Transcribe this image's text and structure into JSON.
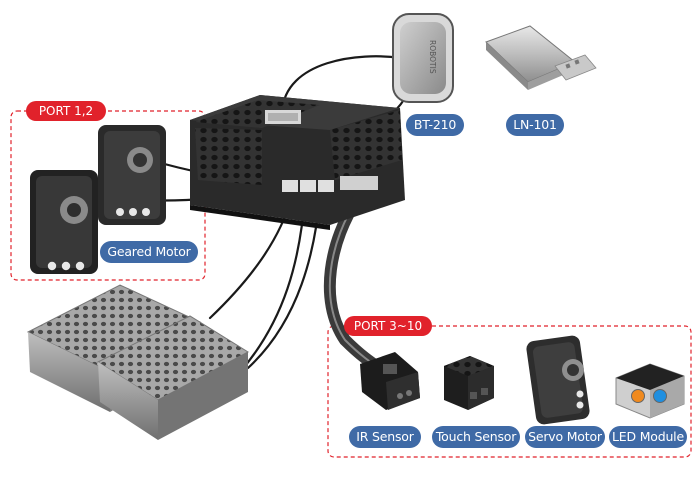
{
  "ports": {
    "left_group": "PORT 1,2",
    "bottom_group": "PORT 3~10"
  },
  "labels": {
    "bt": "BT-210",
    "ln": "LN-101",
    "geared_motor": "Geared Motor",
    "ir_sensor": "IR Sensor",
    "touch_sensor": "Touch Sensor",
    "servo_motor": "Servo Motor",
    "led_module": "LED Module"
  },
  "device_markings": {
    "bt_module": "ROBOTIS"
  },
  "colors": {
    "label_bg": "#3f6aa6",
    "port_tag_bg": "#e1222b",
    "dashed_border": "#e1222b",
    "device_dark": "#2b2b2b",
    "device_grey": "#9a9a9a"
  }
}
